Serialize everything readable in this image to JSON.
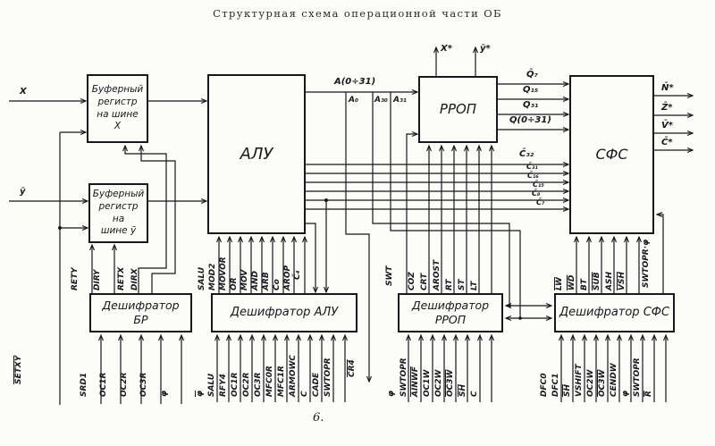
{
  "title": "Структурная схема операционной части ОБ",
  "page_number": "6.",
  "blocks": {
    "buffer_x": "Буферный\nрегистр\nна шине\nX",
    "buffer_y": "Буферный\nрегистр\nна\nшине ȳ",
    "alu": "АЛУ",
    "rrop": "РРОП",
    "sfs": "СФС",
    "dec_br": "Дешифратор\nБР",
    "dec_alu": "Дешифратор АЛУ",
    "dec_rrop": "Дешифратор\nРРОП",
    "dec_sfs": "Дешифратор СФС"
  },
  "signals": {
    "x_in": "X",
    "y_in": "ȳ",
    "setxy": "SETXY",
    "rety": "RETY",
    "diry": "DIRY",
    "retx": "RETX",
    "dirx": "DIRX",
    "srd1": "SRD1",
    "oc1r_br": "OC1R",
    "oc2r_br": "OC2R",
    "oc3r_br": "OC3R",
    "phi_br": "φ",
    "a_bus": "A(0÷31)",
    "a0": "A₀",
    "a30": "A₃₀",
    "a31": "A₃₁",
    "x_star": "X*",
    "y_star": "ȳ*",
    "q7": "Q̄₇",
    "q15": "Q̄₁₅",
    "q31": "Q̄₃₁",
    "q_bus": "Q(0÷31)",
    "c32": "C̄₃₂",
    "c31": "C̄₃₁",
    "c16": "C̄₁₆",
    "c15": "C̄₁₅",
    "c8": "C̄₈",
    "c7": "C̄₇",
    "n_star": "N̄*",
    "z_star": "Z̄*",
    "v_star": "V̄*",
    "c_star": "C̄*",
    "c4": "C̄₄",
    "cr4": "CR4",
    "swt": "SWT",
    "coz": "COZ",
    "crt": "CRT",
    "arost": "AROST",
    "rt": "RT",
    "st": "ST",
    "lt": "LT",
    "salu_alu": "SALU",
    "mod2": "MOD2",
    "movor": "MOVOR",
    "or_sig": "OR",
    "mov": "MOV",
    "and_sig": "AND",
    "arb": "ARB",
    "co": "Co",
    "arop": "AROP",
    "phi_alu": "φ",
    "salu_dec": "SALU",
    "rfy4": "RFY4",
    "oc1r_alu": "OC1R",
    "oc2r_alu": "OC2R",
    "oc3r_alu": "OC3R",
    "mfc0r": "MFC0R",
    "mfc1r": "MFC1R",
    "armowc": "ARMOWC",
    "c_alu": "C",
    "cade": "CADE",
    "swtopr_alu": "SWTOPR",
    "phi_rrop": "φ",
    "swtopr_rrop": "SWTOPR",
    "ainwf": "AINWF",
    "oc1w": "OC1W",
    "oc2w_rrop": "OC2W",
    "oc3w_rrop": "OC3W",
    "sh_rrop": "SH",
    "c_rrop": "C",
    "lw": "LW",
    "wd": "WD",
    "bt": "BT",
    "sub": "SUB",
    "ash": "ASH",
    "vsh": "VSH",
    "swtopr_phi": "SWTOPR·φ",
    "dfc0": "DFC0",
    "dfc1": "DFC1",
    "sh_sfs": "SH",
    "vshift": "VSHIFT",
    "oc2w_sfs": "OC2W",
    "oc3w_sfs": "OC3W",
    "cendw": "CENDW",
    "phi_sfs": "φ",
    "swtopr_sfs": "SWTOPR",
    "r_sig": "R"
  }
}
